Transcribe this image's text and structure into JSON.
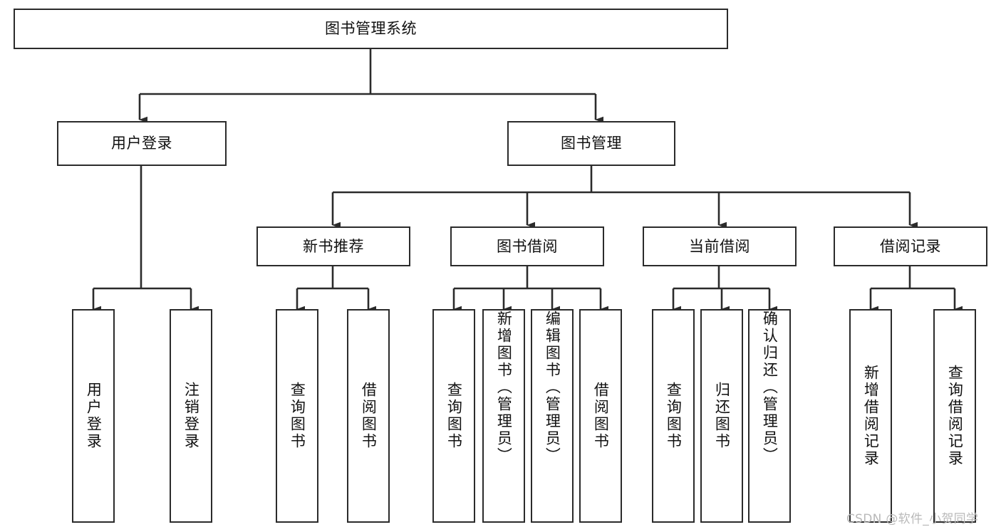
{
  "diagram": {
    "type": "tree-hierarchy",
    "title": "图书管理系统",
    "orientation": "top-down",
    "colors": {
      "background": "#ffffff",
      "node_fill": "#ffffff",
      "node_stroke": "#2b2b2b",
      "text": "#111111",
      "watermark": "#b9b9b9"
    },
    "nodes": {
      "root": {
        "label": "图书管理系统"
      },
      "level2": [
        {
          "label": "用户登录"
        },
        {
          "label": "图书管理"
        }
      ],
      "level3": [
        {
          "label": "新书推荐"
        },
        {
          "label": "图书借阅"
        },
        {
          "label": "当前借阅"
        },
        {
          "label": "借阅记录"
        }
      ],
      "leaves_user_login": [
        {
          "label": "用户登录"
        },
        {
          "label": "注销登录"
        }
      ],
      "leaves_new_book": [
        {
          "label": "查询图书"
        },
        {
          "label": "借阅图书"
        }
      ],
      "leaves_borrow": [
        {
          "label": "查询图书"
        },
        {
          "label": "新增图书（管理员）"
        },
        {
          "label": "编辑图书（管理员）"
        },
        {
          "label": "借阅图书"
        }
      ],
      "leaves_current": [
        {
          "label": "查询图书"
        },
        {
          "label": "归还图书"
        },
        {
          "label": "确认归还（管理员）"
        }
      ],
      "leaves_records": [
        {
          "label": "新增借阅记录"
        },
        {
          "label": "查询借阅记录"
        }
      ]
    }
  },
  "watermark": {
    "text": "CSDN @软件_小贺同学"
  }
}
